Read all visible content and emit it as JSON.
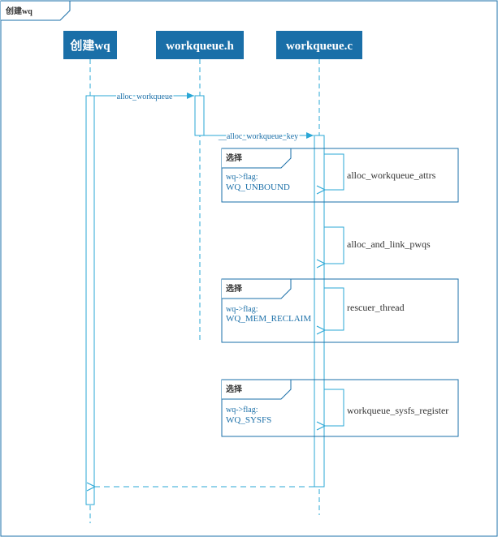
{
  "frame": {
    "title": "创建wq"
  },
  "participants": [
    {
      "id": "p1",
      "label": "创建wq"
    },
    {
      "id": "p2",
      "label": "workqueue.h"
    },
    {
      "id": "p3",
      "label": "workqueue.c"
    }
  ],
  "messages": [
    {
      "id": "m1",
      "label": "alloc_workqueue",
      "style": "solid"
    },
    {
      "id": "m2",
      "label": "__alloc_workqueue_key",
      "style": "solid"
    },
    {
      "id": "m3",
      "label": "alloc_workqueue_attrs",
      "style": "self"
    },
    {
      "id": "m4",
      "label": "alloc_and_link_pwqs",
      "style": "self"
    },
    {
      "id": "m5",
      "label": "rescuer_thread",
      "style": "self"
    },
    {
      "id": "m6",
      "label": "workqueue_sysfs_register",
      "style": "self"
    },
    {
      "id": "m7",
      "label": "",
      "style": "dashed-return"
    }
  ],
  "fragments": [
    {
      "id": "f1",
      "type": "选择",
      "guard_line1": "wq->flag:",
      "guard_line2": "WQ_UNBOUND"
    },
    {
      "id": "f2",
      "type": "选择",
      "guard_line1": "wq->flag:",
      "guard_line2": "WQ_MEM_RECLAIM"
    },
    {
      "id": "f3",
      "type": "选择",
      "guard_line1": "wq->flag:",
      "guard_line2": "WQ_SYSFS"
    }
  ],
  "colors": {
    "header_fill": "#1a6fa8",
    "line": "#2aa7d6",
    "box_border": "#1a6fa8",
    "text": "#1a6fa8",
    "dark_text": "#333333"
  }
}
